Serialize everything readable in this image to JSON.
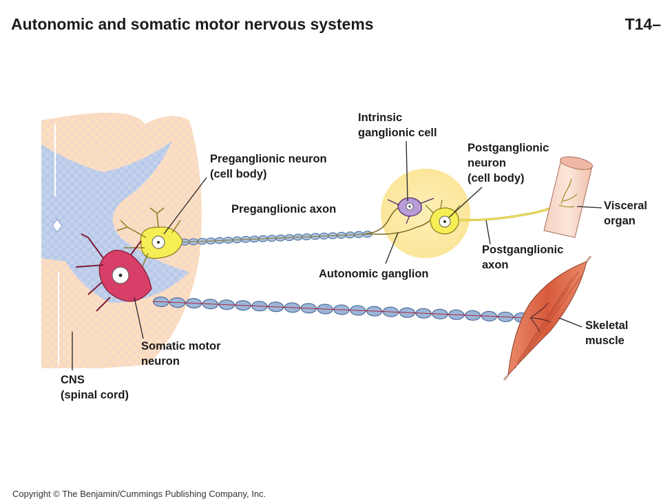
{
  "header": {
    "title": "Autonomic and somatic motor nervous systems",
    "code": "T14–"
  },
  "labels": {
    "preganglionic_neuron": [
      "Preganglionic neuron",
      "(cell body)"
    ],
    "preganglionic_axon": "Preganglionic axon",
    "intrinsic_cell": [
      "Intrinsic",
      "ganglionic cell"
    ],
    "postganglionic_neuron": [
      "Postganglionic",
      "neuron",
      "(cell body)"
    ],
    "visceral_organ": [
      "Visceral",
      "organ"
    ],
    "postganglionic_axon": [
      "Postganglionic",
      "axon"
    ],
    "autonomic_ganglion": "Autonomic ganglion",
    "skeletal_muscle": [
      "Skeletal",
      "muscle"
    ],
    "somatic_motor_neuron": [
      "Somatic motor",
      "neuron"
    ],
    "cns": [
      "CNS",
      "(spinal cord)"
    ]
  },
  "footer": {
    "copyright": "Copyright © The Benjamin/Cummings Publishing Company, Inc."
  },
  "colors": {
    "cord_fill": "#f8d8c6",
    "grey_matter": "#b8c8e8",
    "ganglion": "#fbe69a",
    "preganglionic_cell": "#f6ee55",
    "somatic_cell": "#d83f68",
    "intrinsic_cell": "#b89cd6",
    "myelin": "#9cb6d8",
    "muscle": "#e0704e"
  }
}
